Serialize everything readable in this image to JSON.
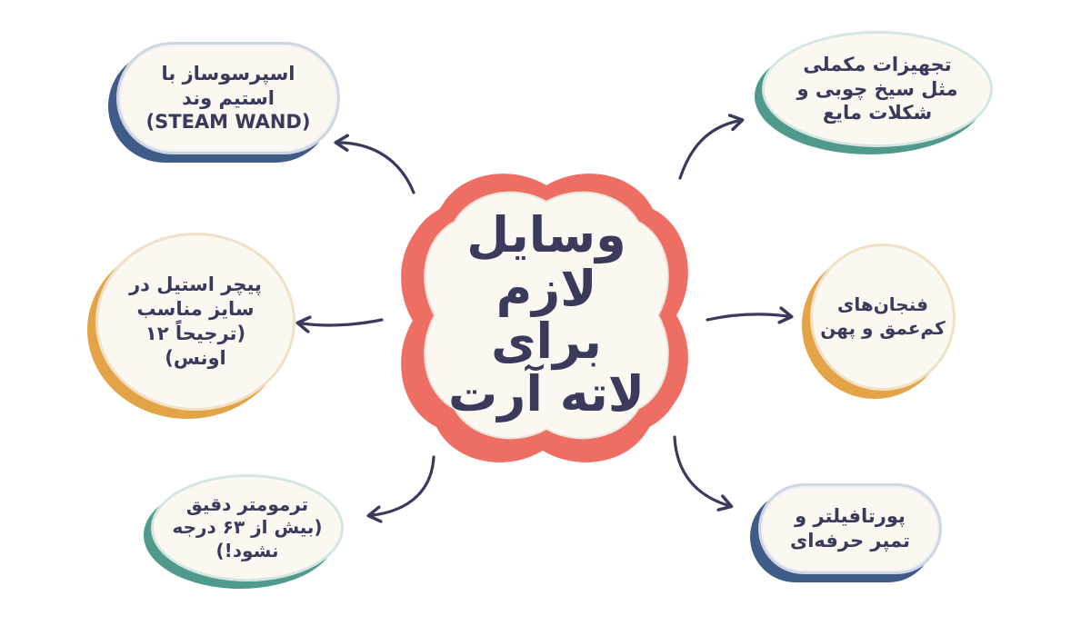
{
  "diagram": {
    "type": "mind-map",
    "center": {
      "title": "وسایل\nلازم برای\nلاته آرت",
      "fill": "#faf8f1",
      "border_color": "#ef6e63"
    },
    "nodes": [
      {
        "id": "espresso-machine",
        "position": "top-left",
        "shape": "pill",
        "accent": "#3f5b88",
        "text": "اسپرسوساز با\nاستیم وند\n(STEAM WAND)"
      },
      {
        "id": "accessories",
        "position": "top-right",
        "shape": "ellipse",
        "accent": "#4f9a8c",
        "text": "تجهیزات مکملی\nمثل سیخ چوبی و\nشکلات مایع"
      },
      {
        "id": "pitcher",
        "position": "middle-left",
        "shape": "circle",
        "accent": "#e3a448",
        "text": "پیچر استیل در\nسایز مناسب\n(ترجیحاً ۱۲\nاونس)"
      },
      {
        "id": "cups",
        "position": "middle-right",
        "shape": "circle",
        "accent": "#e3a448",
        "text": "فنجان‌های\nکم‌عمق و پهن"
      },
      {
        "id": "thermometer",
        "position": "bottom-left",
        "shape": "ellipse",
        "accent": "#4f9a8c",
        "text": "ترمومتر دقیق\n(بیش از ۶۳ درجه\nنشود!)"
      },
      {
        "id": "portafilter",
        "position": "bottom-right",
        "shape": "pill",
        "accent": "#3f5b88",
        "text": "پورتافیلتر و\nتمپر حرفه‌ای"
      }
    ],
    "edges": [
      {
        "from": "center",
        "to": "espresso-machine"
      },
      {
        "from": "center",
        "to": "accessories"
      },
      {
        "from": "center",
        "to": "pitcher"
      },
      {
        "from": "center",
        "to": "cups"
      },
      {
        "from": "center",
        "to": "thermometer"
      },
      {
        "from": "center",
        "to": "portafilter"
      }
    ],
    "colors": {
      "text": "#3c3a5c",
      "arrow": "#3c3a5c",
      "node_fill": "#faf8f1",
      "blue": "#3f5b88",
      "teal": "#4f9a8c",
      "orange": "#e3a448",
      "coral": "#ef6e63"
    }
  }
}
